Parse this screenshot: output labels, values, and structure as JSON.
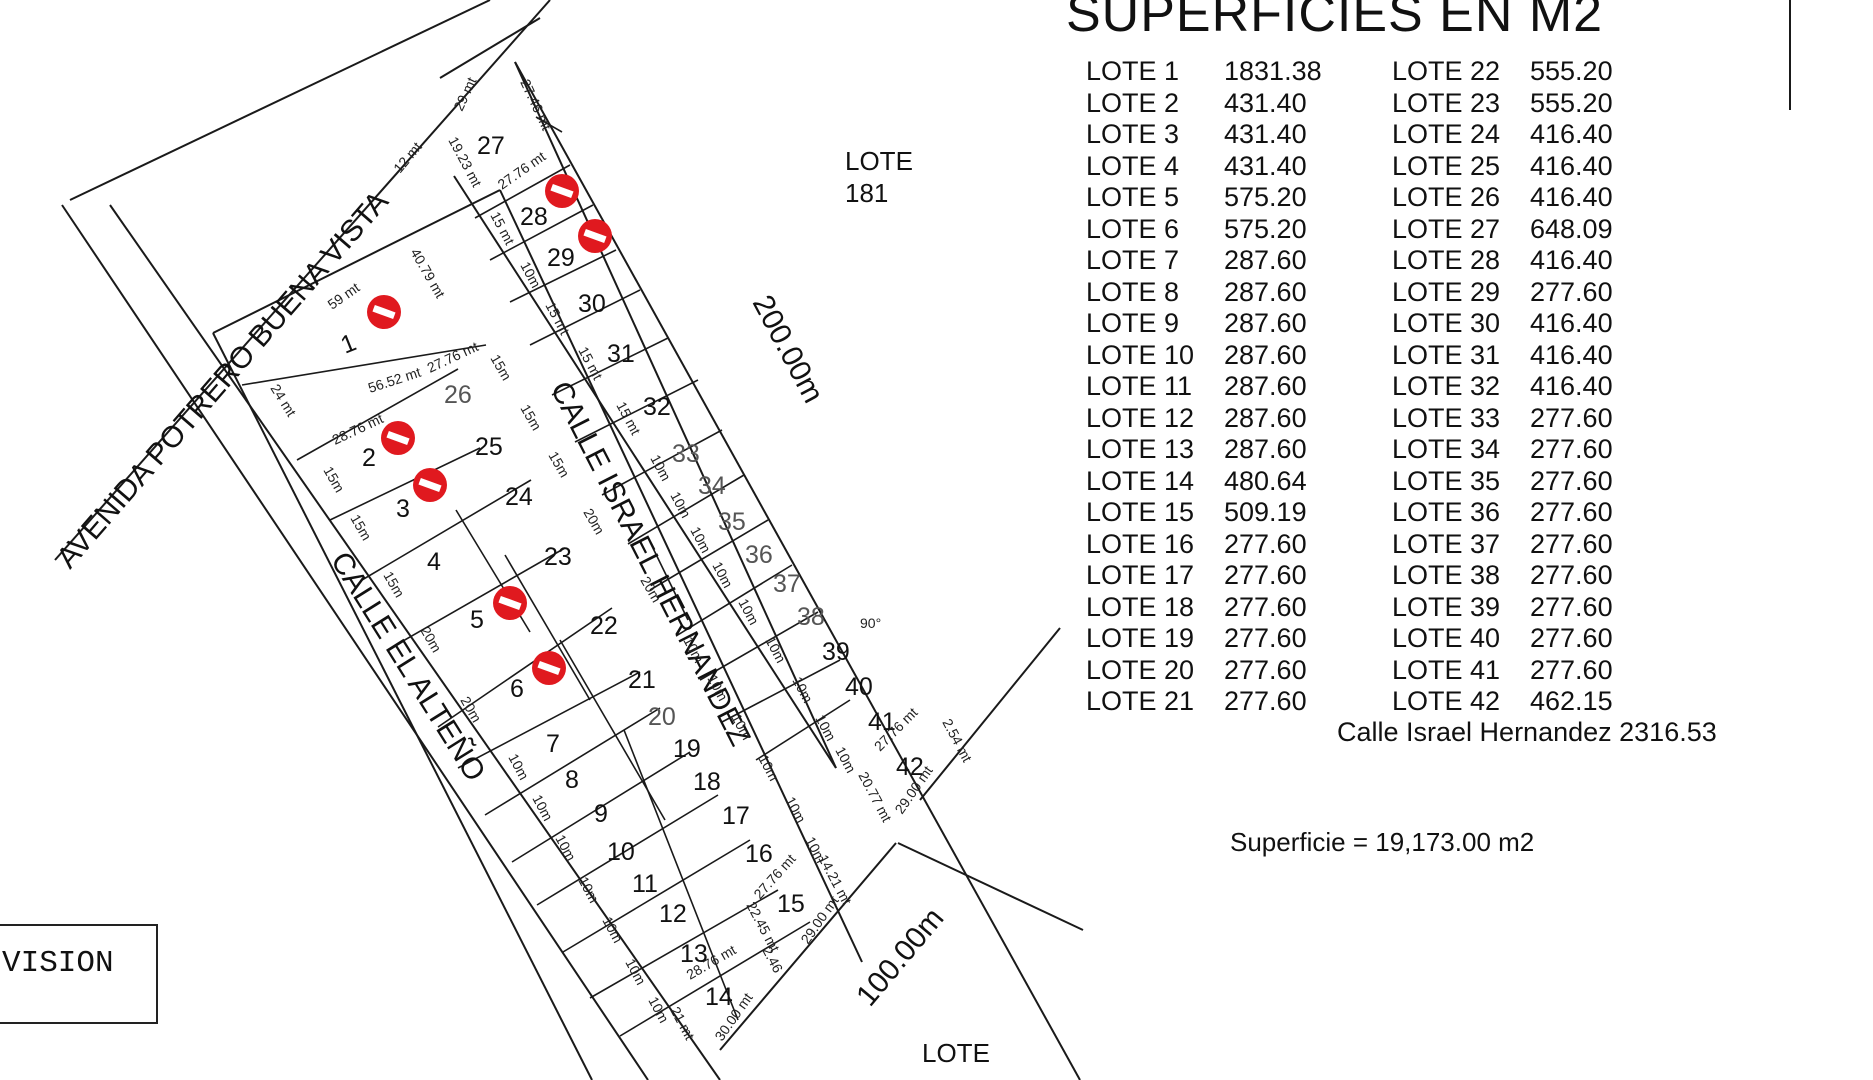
{
  "title": "SUPERFICIES EN M2",
  "lots_table_left": [
    {
      "label": "LOTE 1",
      "area": "1831.38"
    },
    {
      "label": "LOTE 2",
      "area": "431.40"
    },
    {
      "label": "LOTE 3",
      "area": "431.40"
    },
    {
      "label": "LOTE 4",
      "area": "431.40"
    },
    {
      "label": "LOTE 5",
      "area": "575.20"
    },
    {
      "label": "LOTE 6",
      "area": "575.20"
    },
    {
      "label": "LOTE 7",
      "area": "287.60"
    },
    {
      "label": "LOTE 8",
      "area": "287.60"
    },
    {
      "label": "LOTE 9",
      "area": "287.60"
    },
    {
      "label": "LOTE 10",
      "area": "287.60"
    },
    {
      "label": "LOTE 11",
      "area": "287.60"
    },
    {
      "label": "LOTE 12",
      "area": "287.60"
    },
    {
      "label": "LOTE 13",
      "area": "287.60"
    },
    {
      "label": "LOTE 14",
      "area": "480.64"
    },
    {
      "label": "LOTE 15",
      "area": "509.19"
    },
    {
      "label": "LOTE 16",
      "area": "277.60"
    },
    {
      "label": "LOTE 17",
      "area": "277.60"
    },
    {
      "label": "LOTE 18",
      "area": "277.60"
    },
    {
      "label": "LOTE 19",
      "area": "277.60"
    },
    {
      "label": "LOTE 20",
      "area": "277.60"
    },
    {
      "label": "LOTE 21",
      "area": "277.60"
    }
  ],
  "lots_table_right": [
    {
      "label": "LOTE 22",
      "area": "555.20"
    },
    {
      "label": "LOTE 23",
      "area": "555.20"
    },
    {
      "label": "LOTE 24",
      "area": "416.40"
    },
    {
      "label": "LOTE 25",
      "area": "416.40"
    },
    {
      "label": "LOTE 26",
      "area": "416.40"
    },
    {
      "label": "LOTE 27",
      "area": "648.09"
    },
    {
      "label": "LOTE 28",
      "area": "416.40"
    },
    {
      "label": "LOTE 29",
      "area": "277.60"
    },
    {
      "label": "LOTE 30",
      "area": "416.40"
    },
    {
      "label": "LOTE 31",
      "area": "416.40"
    },
    {
      "label": "LOTE 32",
      "area": "416.40"
    },
    {
      "label": "LOTE 33",
      "area": "277.60"
    },
    {
      "label": "LOTE 34",
      "area": "277.60"
    },
    {
      "label": "LOTE 35",
      "area": "277.60"
    },
    {
      "label": "LOTE 36",
      "area": "277.60"
    },
    {
      "label": "LOTE 37",
      "area": "277.60"
    },
    {
      "label": "LOTE 38",
      "area": "277.60"
    },
    {
      "label": "LOTE 39",
      "area": "277.60"
    },
    {
      "label": "LOTE 40",
      "area": "277.60"
    },
    {
      "label": "LOTE 41",
      "area": "277.60"
    },
    {
      "label": "LOTE 42",
      "area": "462.15"
    }
  ],
  "street_total": "Calle Israel Hernandez 2316.53",
  "superficie": "Superficie = 19,173.00 m2",
  "streets": {
    "avenida": "AVENIDA POTRERO BUENA VISTA",
    "israel": "CALLE ISRAEL HERNANDEZ",
    "alteno": "CALLE EL ALTEÑO"
  },
  "neighbors": {
    "lote_181_line1": "LOTE",
    "lote_181_line2": "181",
    "lote_bottom": "LOTE"
  },
  "boundary_dims": {
    "east": "200.00m",
    "south": "100.00m"
  },
  "lot_numbers": {
    "l1": "1",
    "l2": "2",
    "l3": "3",
    "l4": "4",
    "l5": "5",
    "l6": "6",
    "l7": "7",
    "l8": "8",
    "l9": "9",
    "l10": "10",
    "l11": "11",
    "l12": "12",
    "l13": "13",
    "l14": "14",
    "l15": "15",
    "l16": "16",
    "l17": "17",
    "l18": "18",
    "l19": "19",
    "l20": "20",
    "l21": "21",
    "l22": "22",
    "l23": "23",
    "l24": "24",
    "l25": "25",
    "l26": "26",
    "l27": "27",
    "l28": "28",
    "l29": "29",
    "l30": "30",
    "l31": "31",
    "l32": "32",
    "l33": "33",
    "l34": "34",
    "l35": "35",
    "l36": "36",
    "l37": "37",
    "l38": "38",
    "l39": "39",
    "l40": "40",
    "l41": "41",
    "l42": "42"
  },
  "dims": {
    "d59": "59 mt",
    "d4079": "40.79 mt",
    "d5652": "56.52 mt",
    "d24": "24 mt",
    "d2776a": "27.76 mt",
    "d2876": "28.76 mt",
    "d15a": "15m",
    "d15b": "15m",
    "d15c": "15m",
    "d20a": "20m",
    "d20b": "20m",
    "d15d": "15m",
    "d15e": "15m",
    "d15f": "15m",
    "d20c": "20m",
    "d20d": "20m",
    "d12": "12 mt",
    "d2746": "27.46 mt",
    "d29": "29 mt",
    "d1923": "19.23 mt",
    "d2776b": "27.76 mt",
    "d15g": "15 mt",
    "d15h": "15 mt",
    "d15i": "15 mt",
    "d15j": "15 mt",
    "d15k": "15 mt",
    "d10a": "10m",
    "d10b": "10m",
    "d10c": "10m",
    "d10d": "10m",
    "d10e": "10m",
    "d10f": "10m",
    "d10g": "10m",
    "d10h": "10m",
    "d10i": "10m",
    "d10j": "10m",
    "d10k": "10m",
    "d10l": "10m",
    "d10m": "10m",
    "d10n": "10m",
    "d10o": "10m",
    "d10p": "10m",
    "d10q": "10m",
    "d10r": "10m",
    "d10s": "10m",
    "d10t": "10m",
    "d10u": "10m",
    "d10v": "10m",
    "d10w": "10m",
    "d10x": "10m",
    "d10y": "10m",
    "d10z": "10m",
    "d10aa": "10m",
    "d2776c": "27.76 mt",
    "d254": "2.54 mt",
    "d2077": "20.77 mt",
    "d2900a": "29.00 mt",
    "d90": "90°",
    "d2776d": "27.76 mt",
    "d1421": "14.21 mt",
    "d2900b": "29.00 mt",
    "d2245": "22.45 mt",
    "d2876b": "28.76 mt",
    "d3000": "30.00 mt",
    "d21": "21 mt",
    "d25": "2.46"
  },
  "vision_label": "VISION",
  "marker_color": "#e0191f"
}
